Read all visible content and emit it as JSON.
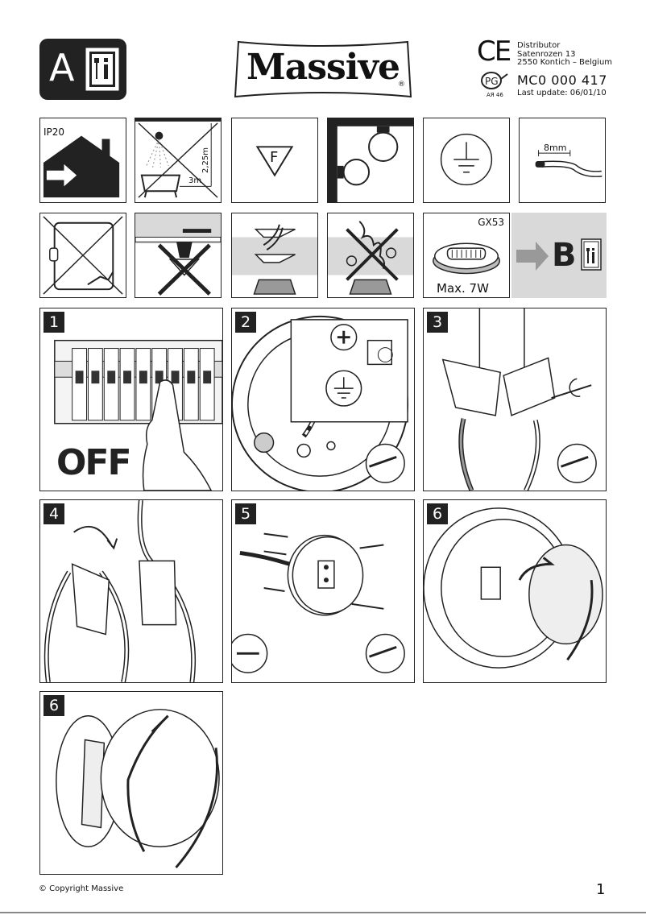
{
  "header": {
    "section_letter": "A",
    "brand": "Massive",
    "registered": "®",
    "ce_mark": "CE",
    "distributor_label": "Distributor",
    "address_line1": "Satenrozen 13",
    "address_line2": "2550 Kontich – Belgium",
    "gost_code": "AЯ 46",
    "model_number": "MC0 000 417",
    "last_update": "Last update: 06/01/10"
  },
  "icons_row1": {
    "ip_rating": "IP20",
    "height_dim": "2,25m",
    "width_dim": "3m",
    "f_mark": "F",
    "strip_length": "8mm"
  },
  "icons_row2": {
    "bulb_type": "GX53",
    "max_power": "Max. 7W",
    "next_section": "B"
  },
  "steps": [
    {
      "number": "1",
      "caption": "OFF"
    },
    {
      "number": "2"
    },
    {
      "number": "3"
    },
    {
      "number": "4"
    },
    {
      "number": "5"
    },
    {
      "number": "6"
    },
    {
      "number": "6"
    }
  ],
  "footer": {
    "copyright": "© Copyright Massive",
    "page_number": "1"
  },
  "colors": {
    "ink": "#222222",
    "grey": "#999999",
    "light_grey": "#d9d9d9"
  }
}
